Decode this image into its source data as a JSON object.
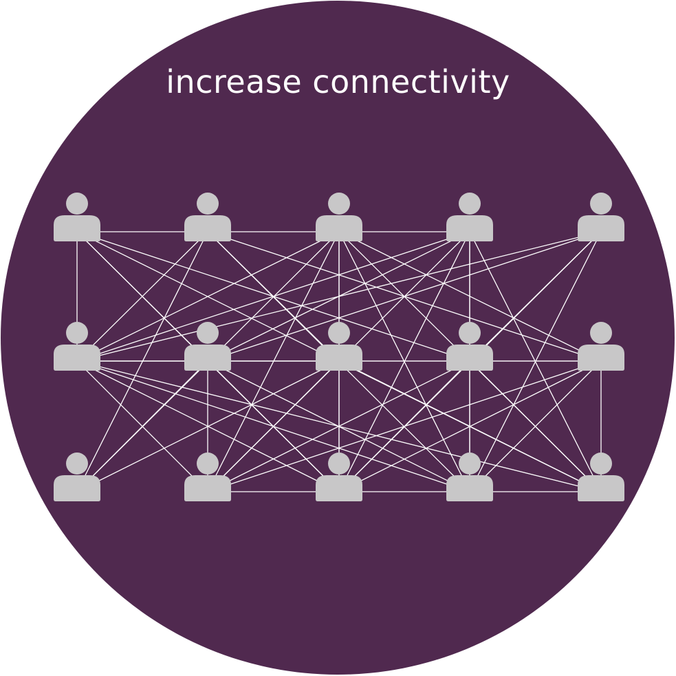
{
  "title": "increase connectivity",
  "colors": {
    "background": "#50294f",
    "person": "#c8c7c8",
    "link": "#ffffff"
  },
  "icon": "person-icon",
  "grid": {
    "rows": 3,
    "cols": 5
  },
  "links": [
    [
      [
        0,
        0
      ],
      [
        0,
        1
      ]
    ],
    [
      [
        0,
        0
      ],
      [
        1,
        0
      ]
    ],
    [
      [
        0,
        0
      ],
      [
        1,
        1
      ]
    ],
    [
      [
        0,
        0
      ],
      [
        1,
        3
      ]
    ],
    [
      [
        0,
        0
      ],
      [
        2,
        2
      ]
    ],
    [
      [
        0,
        0
      ],
      [
        2,
        4
      ]
    ],
    [
      [
        0,
        1
      ],
      [
        0,
        2
      ]
    ],
    [
      [
        0,
        1
      ],
      [
        1,
        0
      ]
    ],
    [
      [
        0,
        1
      ],
      [
        1,
        2
      ]
    ],
    [
      [
        0,
        1
      ],
      [
        1,
        4
      ]
    ],
    [
      [
        0,
        1
      ],
      [
        2,
        0
      ]
    ],
    [
      [
        0,
        1
      ],
      [
        2,
        3
      ]
    ],
    [
      [
        0,
        2
      ],
      [
        0,
        3
      ]
    ],
    [
      [
        0,
        2
      ],
      [
        1,
        0
      ]
    ],
    [
      [
        0,
        2
      ],
      [
        1,
        2
      ]
    ],
    [
      [
        0,
        2
      ],
      [
        1,
        4
      ]
    ],
    [
      [
        0,
        2
      ],
      [
        2,
        0
      ]
    ],
    [
      [
        0,
        2
      ],
      [
        2,
        1
      ]
    ],
    [
      [
        0,
        2
      ],
      [
        2,
        2
      ]
    ],
    [
      [
        0,
        2
      ],
      [
        2,
        3
      ]
    ],
    [
      [
        0,
        2
      ],
      [
        2,
        4
      ]
    ],
    [
      [
        0,
        3
      ],
      [
        1,
        0
      ]
    ],
    [
      [
        0,
        3
      ],
      [
        1,
        1
      ]
    ],
    [
      [
        0,
        3
      ],
      [
        1,
        3
      ]
    ],
    [
      [
        0,
        3
      ],
      [
        2,
        1
      ]
    ],
    [
      [
        0,
        3
      ],
      [
        2,
        2
      ]
    ],
    [
      [
        0,
        3
      ],
      [
        2,
        3
      ]
    ],
    [
      [
        0,
        3
      ],
      [
        2,
        4
      ]
    ],
    [
      [
        0,
        4
      ],
      [
        1,
        0
      ]
    ],
    [
      [
        0,
        4
      ],
      [
        1,
        1
      ]
    ],
    [
      [
        0,
        4
      ],
      [
        1,
        3
      ]
    ],
    [
      [
        0,
        4
      ],
      [
        2,
        2
      ]
    ],
    [
      [
        0,
        4
      ],
      [
        2,
        3
      ]
    ],
    [
      [
        1,
        0
      ],
      [
        1,
        1
      ]
    ],
    [
      [
        1,
        0
      ],
      [
        1,
        2
      ]
    ],
    [
      [
        1,
        0
      ],
      [
        1,
        4
      ]
    ],
    [
      [
        1,
        0
      ],
      [
        2,
        1
      ]
    ],
    [
      [
        1,
        0
      ],
      [
        2,
        2
      ]
    ],
    [
      [
        1,
        0
      ],
      [
        2,
        3
      ]
    ],
    [
      [
        1,
        0
      ],
      [
        2,
        4
      ]
    ],
    [
      [
        1,
        1
      ],
      [
        1,
        2
      ]
    ],
    [
      [
        1,
        1
      ],
      [
        2,
        0
      ]
    ],
    [
      [
        1,
        1
      ],
      [
        2,
        1
      ]
    ],
    [
      [
        1,
        1
      ],
      [
        2,
        2
      ]
    ],
    [
      [
        1,
        1
      ],
      [
        2,
        3
      ]
    ],
    [
      [
        1,
        2
      ],
      [
        1,
        3
      ]
    ],
    [
      [
        1,
        2
      ],
      [
        2,
        0
      ]
    ],
    [
      [
        1,
        2
      ],
      [
        2,
        1
      ]
    ],
    [
      [
        1,
        2
      ],
      [
        2,
        2
      ]
    ],
    [
      [
        1,
        2
      ],
      [
        2,
        4
      ]
    ],
    [
      [
        1,
        3
      ],
      [
        1,
        4
      ]
    ],
    [
      [
        1,
        3
      ],
      [
        2,
        1
      ]
    ],
    [
      [
        1,
        3
      ],
      [
        2,
        2
      ]
    ],
    [
      [
        1,
        3
      ],
      [
        2,
        3
      ]
    ],
    [
      [
        1,
        3
      ],
      [
        2,
        4
      ]
    ],
    [
      [
        1,
        4
      ],
      [
        2,
        1
      ]
    ],
    [
      [
        1,
        4
      ],
      [
        2,
        2
      ]
    ],
    [
      [
        1,
        4
      ],
      [
        2,
        3
      ]
    ],
    [
      [
        1,
        4
      ],
      [
        2,
        4
      ]
    ],
    [
      [
        2,
        1
      ],
      [
        2,
        2
      ]
    ],
    [
      [
        2,
        2
      ],
      [
        2,
        3
      ]
    ],
    [
      [
        2,
        3
      ],
      [
        2,
        4
      ]
    ]
  ]
}
